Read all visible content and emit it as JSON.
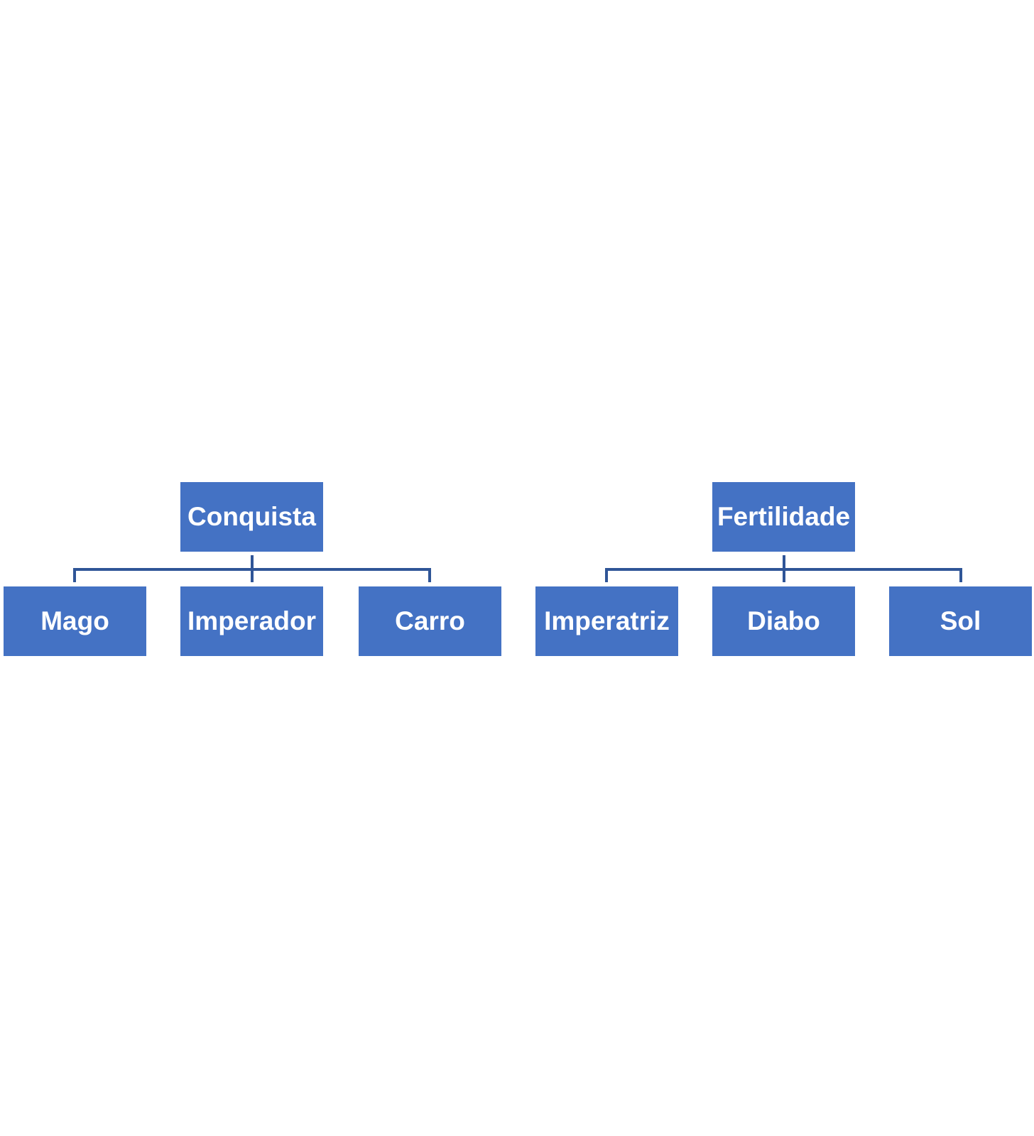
{
  "colors": {
    "node_fill": "#4472C4",
    "node_text": "#FFFFFF",
    "connector": "#2F5597",
    "background": "#FFFFFF"
  },
  "trees": [
    {
      "root": "Conquista",
      "children": [
        "Mago",
        "Imperador",
        "Carro"
      ]
    },
    {
      "root": "Fertilidade",
      "children": [
        "Imperatriz",
        "Diabo",
        "Sol"
      ]
    }
  ]
}
